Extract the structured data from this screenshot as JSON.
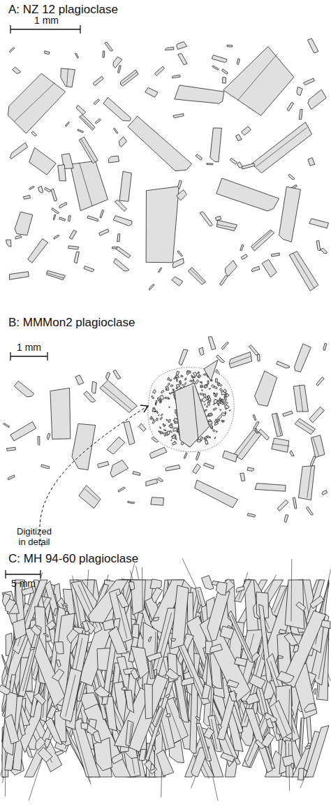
{
  "diagram": {
    "labels": [
      "A: NZ 12 plagioclase",
      "1 mm",
      "B: MMMon2 plagioclase",
      "1 mm",
      "Digitized in detail",
      "C: MH 94-60 plagioclase",
      "5 mm"
    ]
  }
}
